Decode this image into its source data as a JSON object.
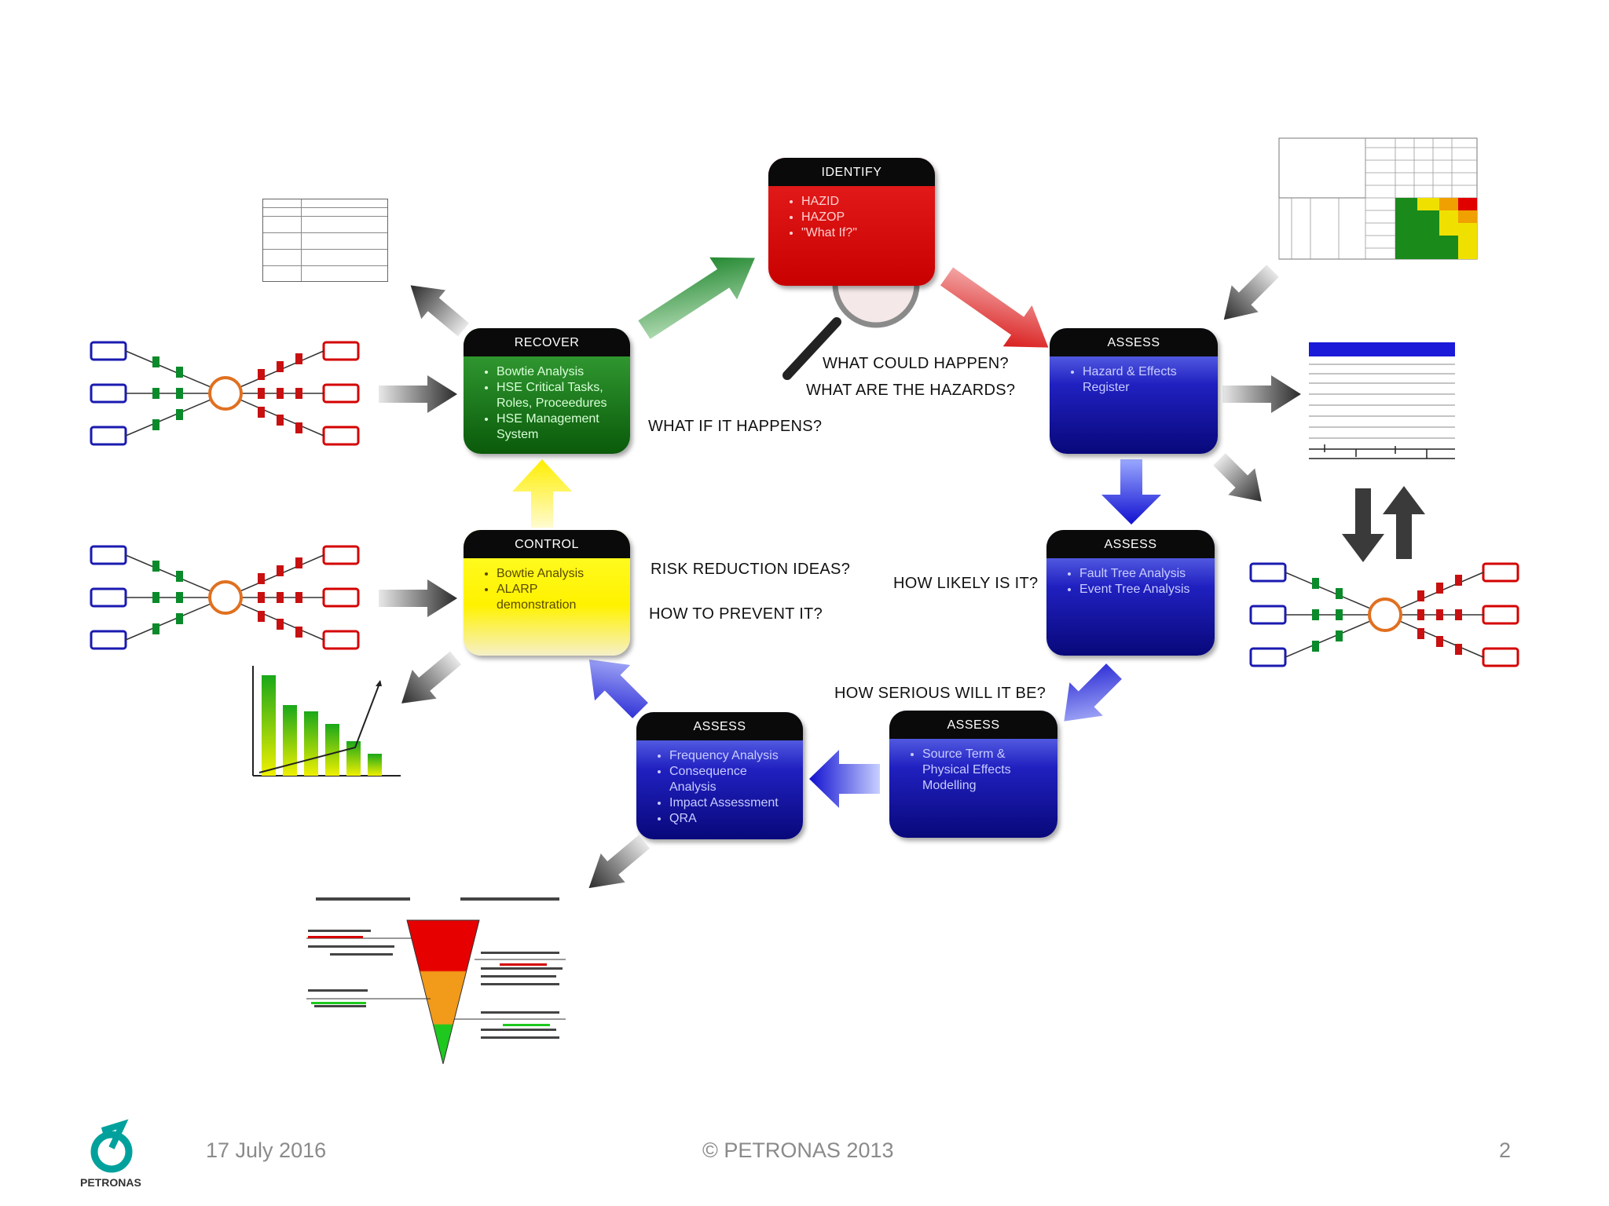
{
  "boxes": {
    "identify": {
      "title": "IDENTIFY",
      "items": [
        "HAZID",
        "HAZOP",
        "\"What If?\""
      ]
    },
    "recover": {
      "title": "RECOVER",
      "items": [
        "Bowtie Analysis",
        "HSE Critical Tasks, Roles, Proceedures",
        "HSE Management System"
      ]
    },
    "assess_register": {
      "title": "ASSESS",
      "items": [
        "Hazard & Effects Register"
      ]
    },
    "control": {
      "title": "CONTROL",
      "items": [
        "Bowtie Analysis",
        "ALARP demonstration"
      ]
    },
    "assess_trees": {
      "title": "ASSESS",
      "items": [
        "Fault Tree Analysis",
        "Event Tree Analysis"
      ]
    },
    "assess_source": {
      "title": "ASSESS",
      "items": [
        "Source Term & Physical Effects Modelling"
      ]
    },
    "assess_frequency": {
      "title": "ASSESS",
      "items": [
        "Frequency Analysis",
        "Consequence Analysis",
        "Impact Assessment",
        "QRA"
      ]
    }
  },
  "questions": {
    "what_could_happen": "WHAT COULD HAPPEN?",
    "what_are_hazards": "WHAT ARE THE HAZARDS?",
    "what_if_happens": "WHAT IF IT HAPPENS?",
    "risk_reduction": "RISK REDUCTION IDEAS?",
    "how_prevent": "HOW TO PREVENT IT?",
    "how_likely": "HOW LIKELY IS IT?",
    "how_serious": "HOW SERIOUS WILL IT BE?"
  },
  "footer": {
    "logo_text": "PETRONAS",
    "date": "17 July 2016",
    "copyright": "© PETRONAS 2013",
    "page_number": "2"
  },
  "colors": {
    "identify": "#d40000",
    "recover": "#0a6a0a",
    "assess": "#1a1ab0",
    "control": "#fff200",
    "logo": "#00a19c"
  }
}
